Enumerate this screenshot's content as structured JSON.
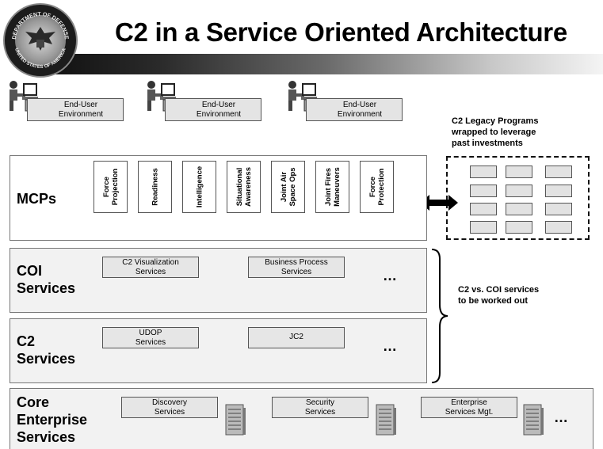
{
  "header": {
    "title": "C2 in a Service Oriented Architecture",
    "seal_top_text": "DEPARTMENT OF DEFENSE",
    "seal_bottom_text": "UNITED STATES OF AMERICA"
  },
  "end_user": [
    {
      "line1": "End-User",
      "line2": "Environment"
    },
    {
      "line1": "End-User",
      "line2": "Environment"
    },
    {
      "line1": "End-User",
      "line2": "Environment"
    }
  ],
  "legacy_note": [
    "C2 Legacy Programs",
    "wrapped to leverage",
    "past investments"
  ],
  "mcps": {
    "label": "MCPs",
    "items": [
      {
        "line1": "Force",
        "line2": "Projection"
      },
      {
        "line1": "Readiness",
        "line2": ""
      },
      {
        "line1": "Intelligence",
        "line2": ""
      },
      {
        "line1": "Situational",
        "line2": "Awareness"
      },
      {
        "line1": "Joint Air",
        "line2": "Space Ops"
      },
      {
        "line1": "Joint Fires",
        "line2": "Maneuvers"
      },
      {
        "line1": "Force",
        "line2": "Protection"
      }
    ]
  },
  "coi": {
    "label_line1": "COI",
    "label_line2": "Services",
    "boxes": [
      {
        "line1": "C2 Visualization",
        "line2": "Services"
      },
      {
        "line1": "Business Process",
        "line2": "Services"
      }
    ],
    "ellipsis": "…"
  },
  "c2": {
    "label_line1": "C2",
    "label_line2": "Services",
    "boxes": [
      {
        "line1": "UDOP",
        "line2": "Services"
      },
      {
        "line1": "JC2",
        "line2": ""
      }
    ],
    "ellipsis": "…"
  },
  "brace_note": [
    "C2 vs. COI services",
    "to be worked out"
  ],
  "core": {
    "label_line1": "Core",
    "label_line2": "Enterprise",
    "label_line3": "Services",
    "boxes": [
      {
        "line1": "Discovery",
        "line2": "Services"
      },
      {
        "line1": "Security",
        "line2": "Services"
      },
      {
        "line1": "Enterprise",
        "line2": "Services Mgt."
      }
    ],
    "ellipsis": "…"
  },
  "colors": {
    "layer_fill": "#f2f2f2",
    "box_fill": "#e6e6e6",
    "border": "#555555"
  },
  "icons": [
    "dod-seal-icon",
    "workstation-user-icon",
    "server-rack-icon",
    "double-arrow-icon",
    "curly-brace-icon"
  ]
}
